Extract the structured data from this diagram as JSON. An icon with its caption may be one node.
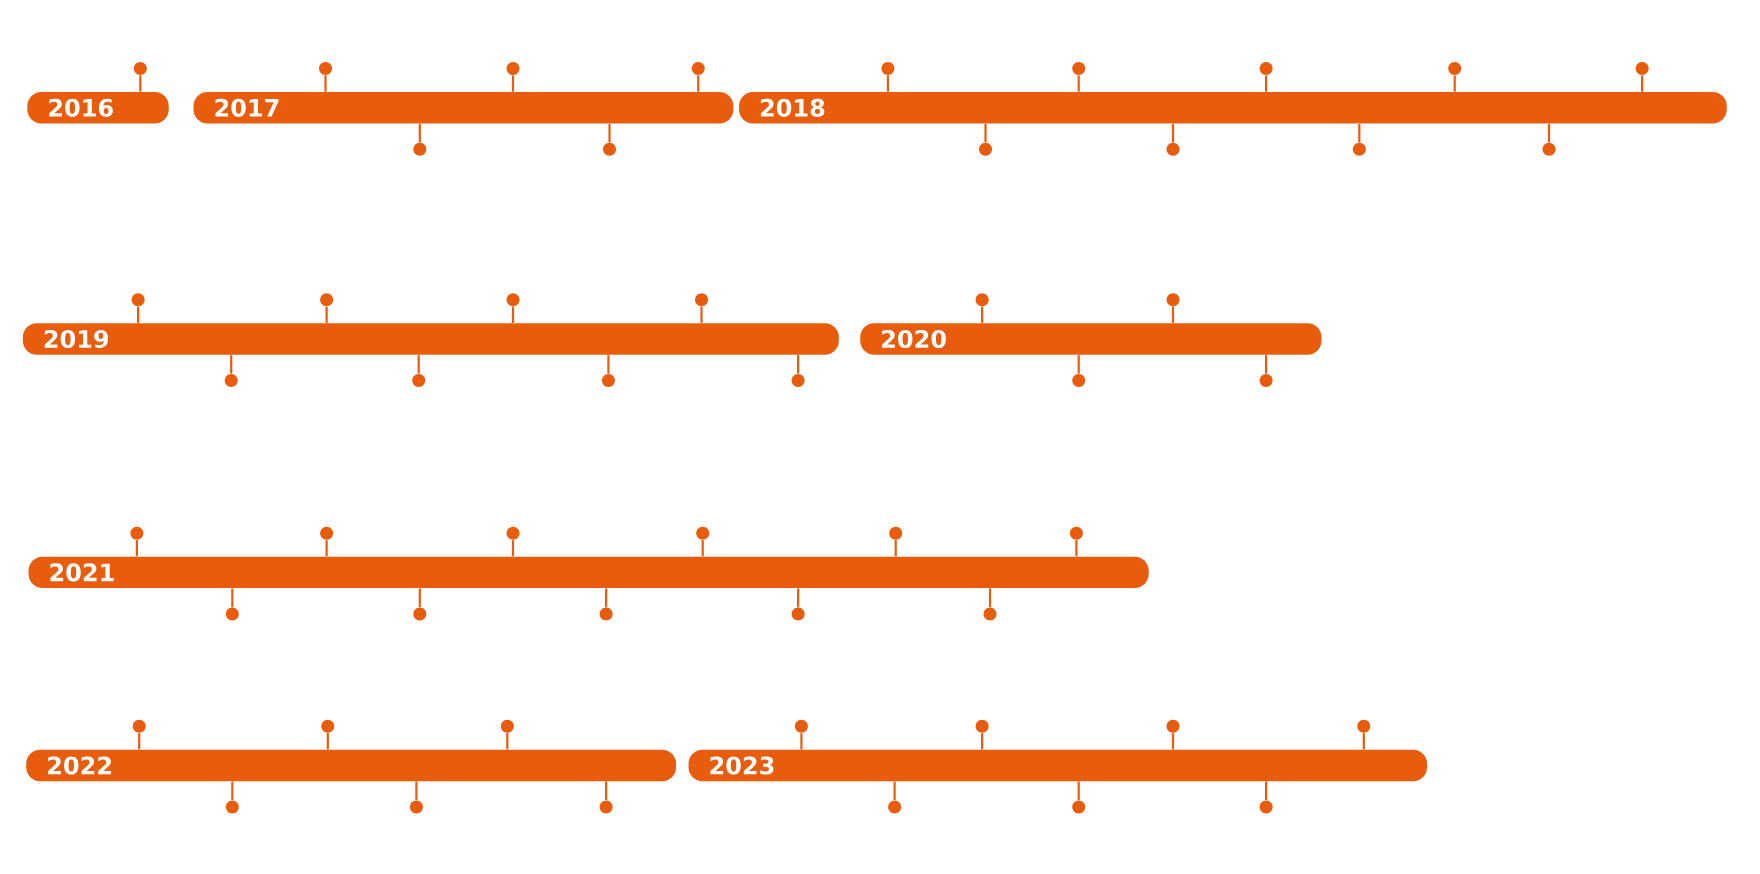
{
  "diagram": {
    "nodes": [
      {
        "text": [
          "2016"
        ]
      },
      {
        "text": [],
        "shape": "circle"
      },
      {
        "text": [
          "2017"
        ]
      },
      {
        "text": [],
        "shape": "circle"
      },
      {
        "text": [],
        "shape": "circle"
      },
      {
        "text": [],
        "shape": "circle"
      },
      {
        "text": [],
        "shape": "circle"
      },
      {
        "text": [],
        "shape": "circle"
      },
      {
        "text": [
          "2018"
        ]
      },
      {
        "text": [],
        "shape": "circle"
      },
      {
        "text": [],
        "shape": "circle"
      },
      {
        "text": [],
        "shape": "circle"
      },
      {
        "text": [],
        "shape": "circle"
      },
      {
        "text": [],
        "shape": "circle"
      },
      {
        "text": [],
        "shape": "circle"
      },
      {
        "text": [],
        "shape": "circle"
      },
      {
        "text": [],
        "shape": "circle"
      },
      {
        "text": [],
        "shape": "circle"
      },
      {
        "text": [
          "2019"
        ]
      },
      {
        "text": [],
        "shape": "circle"
      },
      {
        "text": [],
        "shape": "circle"
      },
      {
        "text": [],
        "shape": "circle"
      },
      {
        "text": [],
        "shape": "circle"
      },
      {
        "text": [],
        "shape": "circle"
      },
      {
        "text": [],
        "shape": "circle"
      },
      {
        "text": [],
        "shape": "circle"
      },
      {
        "text": [],
        "shape": "circle"
      },
      {
        "text": [
          "2020"
        ]
      },
      {
        "text": [],
        "shape": "circle"
      },
      {
        "text": [],
        "shape": "circle"
      },
      {
        "text": [],
        "shape": "circle"
      },
      {
        "text": [],
        "shape": "circle"
      },
      {
        "text": [
          "2021"
        ]
      },
      {
        "text": [],
        "shape": "circle"
      },
      {
        "text": [],
        "shape": "circle"
      },
      {
        "text": [],
        "shape": "circle"
      },
      {
        "text": [],
        "shape": "circle"
      },
      {
        "text": [],
        "shape": "circle"
      },
      {
        "text": [],
        "shape": "circle"
      },
      {
        "text": [],
        "shape": "circle"
      },
      {
        "text": [],
        "shape": "circle"
      },
      {
        "text": [],
        "shape": "circle"
      },
      {
        "text": [],
        "shape": "circle"
      },
      {
        "text": [],
        "shape": "circle"
      },
      {
        "text": [
          "2022"
        ]
      },
      {
        "text": [],
        "shape": "circle"
      },
      {
        "text": [],
        "shape": "circle"
      },
      {
        "text": [],
        "shape": "circle"
      },
      {
        "text": [],
        "shape": "circle"
      },
      {
        "text": [],
        "shape": "circle"
      },
      {
        "text": [],
        "shape": "circle"
      },
      {
        "text": [
          "2023"
        ]
      },
      {
        "text": [],
        "shape": "circle"
      },
      {
        "text": [],
        "shape": "circle"
      },
      {
        "text": [],
        "shape": "circle"
      },
      {
        "text": [],
        "shape": "circle"
      },
      {
        "text": [],
        "shape": "circle"
      },
      {
        "text": [],
        "shape": "circle"
      },
      {
        "text": [],
        "shape": "circle"
      }
    ],
    "edges": [
      {
        "from": 0,
        "to": 1,
        "arrow": "none"
      },
      {
        "from": 2,
        "to": 3,
        "arrow": "none"
      },
      {
        "from": 2,
        "to": 4,
        "arrow": "none"
      },
      {
        "from": 2,
        "to": 5,
        "arrow": "none"
      },
      {
        "from": 2,
        "to": 6,
        "arrow": "none"
      },
      {
        "from": 2,
        "to": 7,
        "arrow": "none"
      },
      {
        "from": 8,
        "to": 9,
        "arrow": "none"
      },
      {
        "from": 8,
        "to": 10,
        "arrow": "none"
      },
      {
        "from": 8,
        "to": 11,
        "arrow": "none"
      },
      {
        "from": 8,
        "to": 12,
        "arrow": "none"
      },
      {
        "from": 8,
        "to": 13,
        "arrow": "none"
      },
      {
        "from": 8,
        "to": 14,
        "arrow": "none"
      },
      {
        "from": 8,
        "to": 15,
        "arrow": "none"
      },
      {
        "from": 8,
        "to": 16,
        "arrow": "none"
      },
      {
        "from": 8,
        "to": 17,
        "arrow": "none"
      },
      {
        "from": 18,
        "to": 19,
        "arrow": "none"
      },
      {
        "from": 18,
        "to": 20,
        "arrow": "none"
      },
      {
        "from": 18,
        "to": 21,
        "arrow": "none"
      },
      {
        "from": 18,
        "to": 22,
        "arrow": "none"
      },
      {
        "from": 18,
        "to": 23,
        "arrow": "none"
      },
      {
        "from": 18,
        "to": 24,
        "arrow": "none"
      },
      {
        "from": 18,
        "to": 25,
        "arrow": "none"
      },
      {
        "from": 18,
        "to": 26,
        "arrow": "none"
      },
      {
        "from": 27,
        "to": 28,
        "arrow": "none"
      },
      {
        "from": 27,
        "to": 29,
        "arrow": "none"
      },
      {
        "from": 27,
        "to": 30,
        "arrow": "none"
      },
      {
        "from": 27,
        "to": 31,
        "arrow": "none"
      },
      {
        "from": 32,
        "to": 33,
        "arrow": "none"
      },
      {
        "from": 32,
        "to": 34,
        "arrow": "none"
      },
      {
        "from": 32,
        "to": 35,
        "arrow": "none"
      },
      {
        "from": 32,
        "to": 36,
        "arrow": "none"
      },
      {
        "from": 32,
        "to": 37,
        "arrow": "none"
      },
      {
        "from": 32,
        "to": 38,
        "arrow": "none"
      },
      {
        "from": 32,
        "to": 39,
        "arrow": "none"
      },
      {
        "from": 32,
        "to": 40,
        "arrow": "none"
      },
      {
        "from": 32,
        "to": 41,
        "arrow": "none"
      },
      {
        "from": 32,
        "to": 42,
        "arrow": "none"
      },
      {
        "from": 32,
        "to": 43,
        "arrow": "none"
      },
      {
        "from": 44,
        "to": 45,
        "arrow": "none"
      },
      {
        "from": 44,
        "to": 46,
        "arrow": "none"
      },
      {
        "from": 44,
        "to": 47,
        "arrow": "none"
      },
      {
        "from": 44,
        "to": 48,
        "arrow": "none"
      },
      {
        "from": 44,
        "to": 49,
        "arrow": "none"
      },
      {
        "from": 44,
        "to": 50,
        "arrow": "none"
      },
      {
        "from": 51,
        "to": 52,
        "arrow": "none"
      },
      {
        "from": 51,
        "to": 53,
        "arrow": "none"
      },
      {
        "from": 51,
        "to": 54,
        "arrow": "none"
      },
      {
        "from": 51,
        "to": 55,
        "arrow": "none"
      },
      {
        "from": 51,
        "to": 56,
        "arrow": "none"
      },
      {
        "from": 51,
        "to": 57,
        "arrow": "none"
      },
      {
        "from": 51,
        "to": 58,
        "arrow": "none"
      }
    ]
  }
}
